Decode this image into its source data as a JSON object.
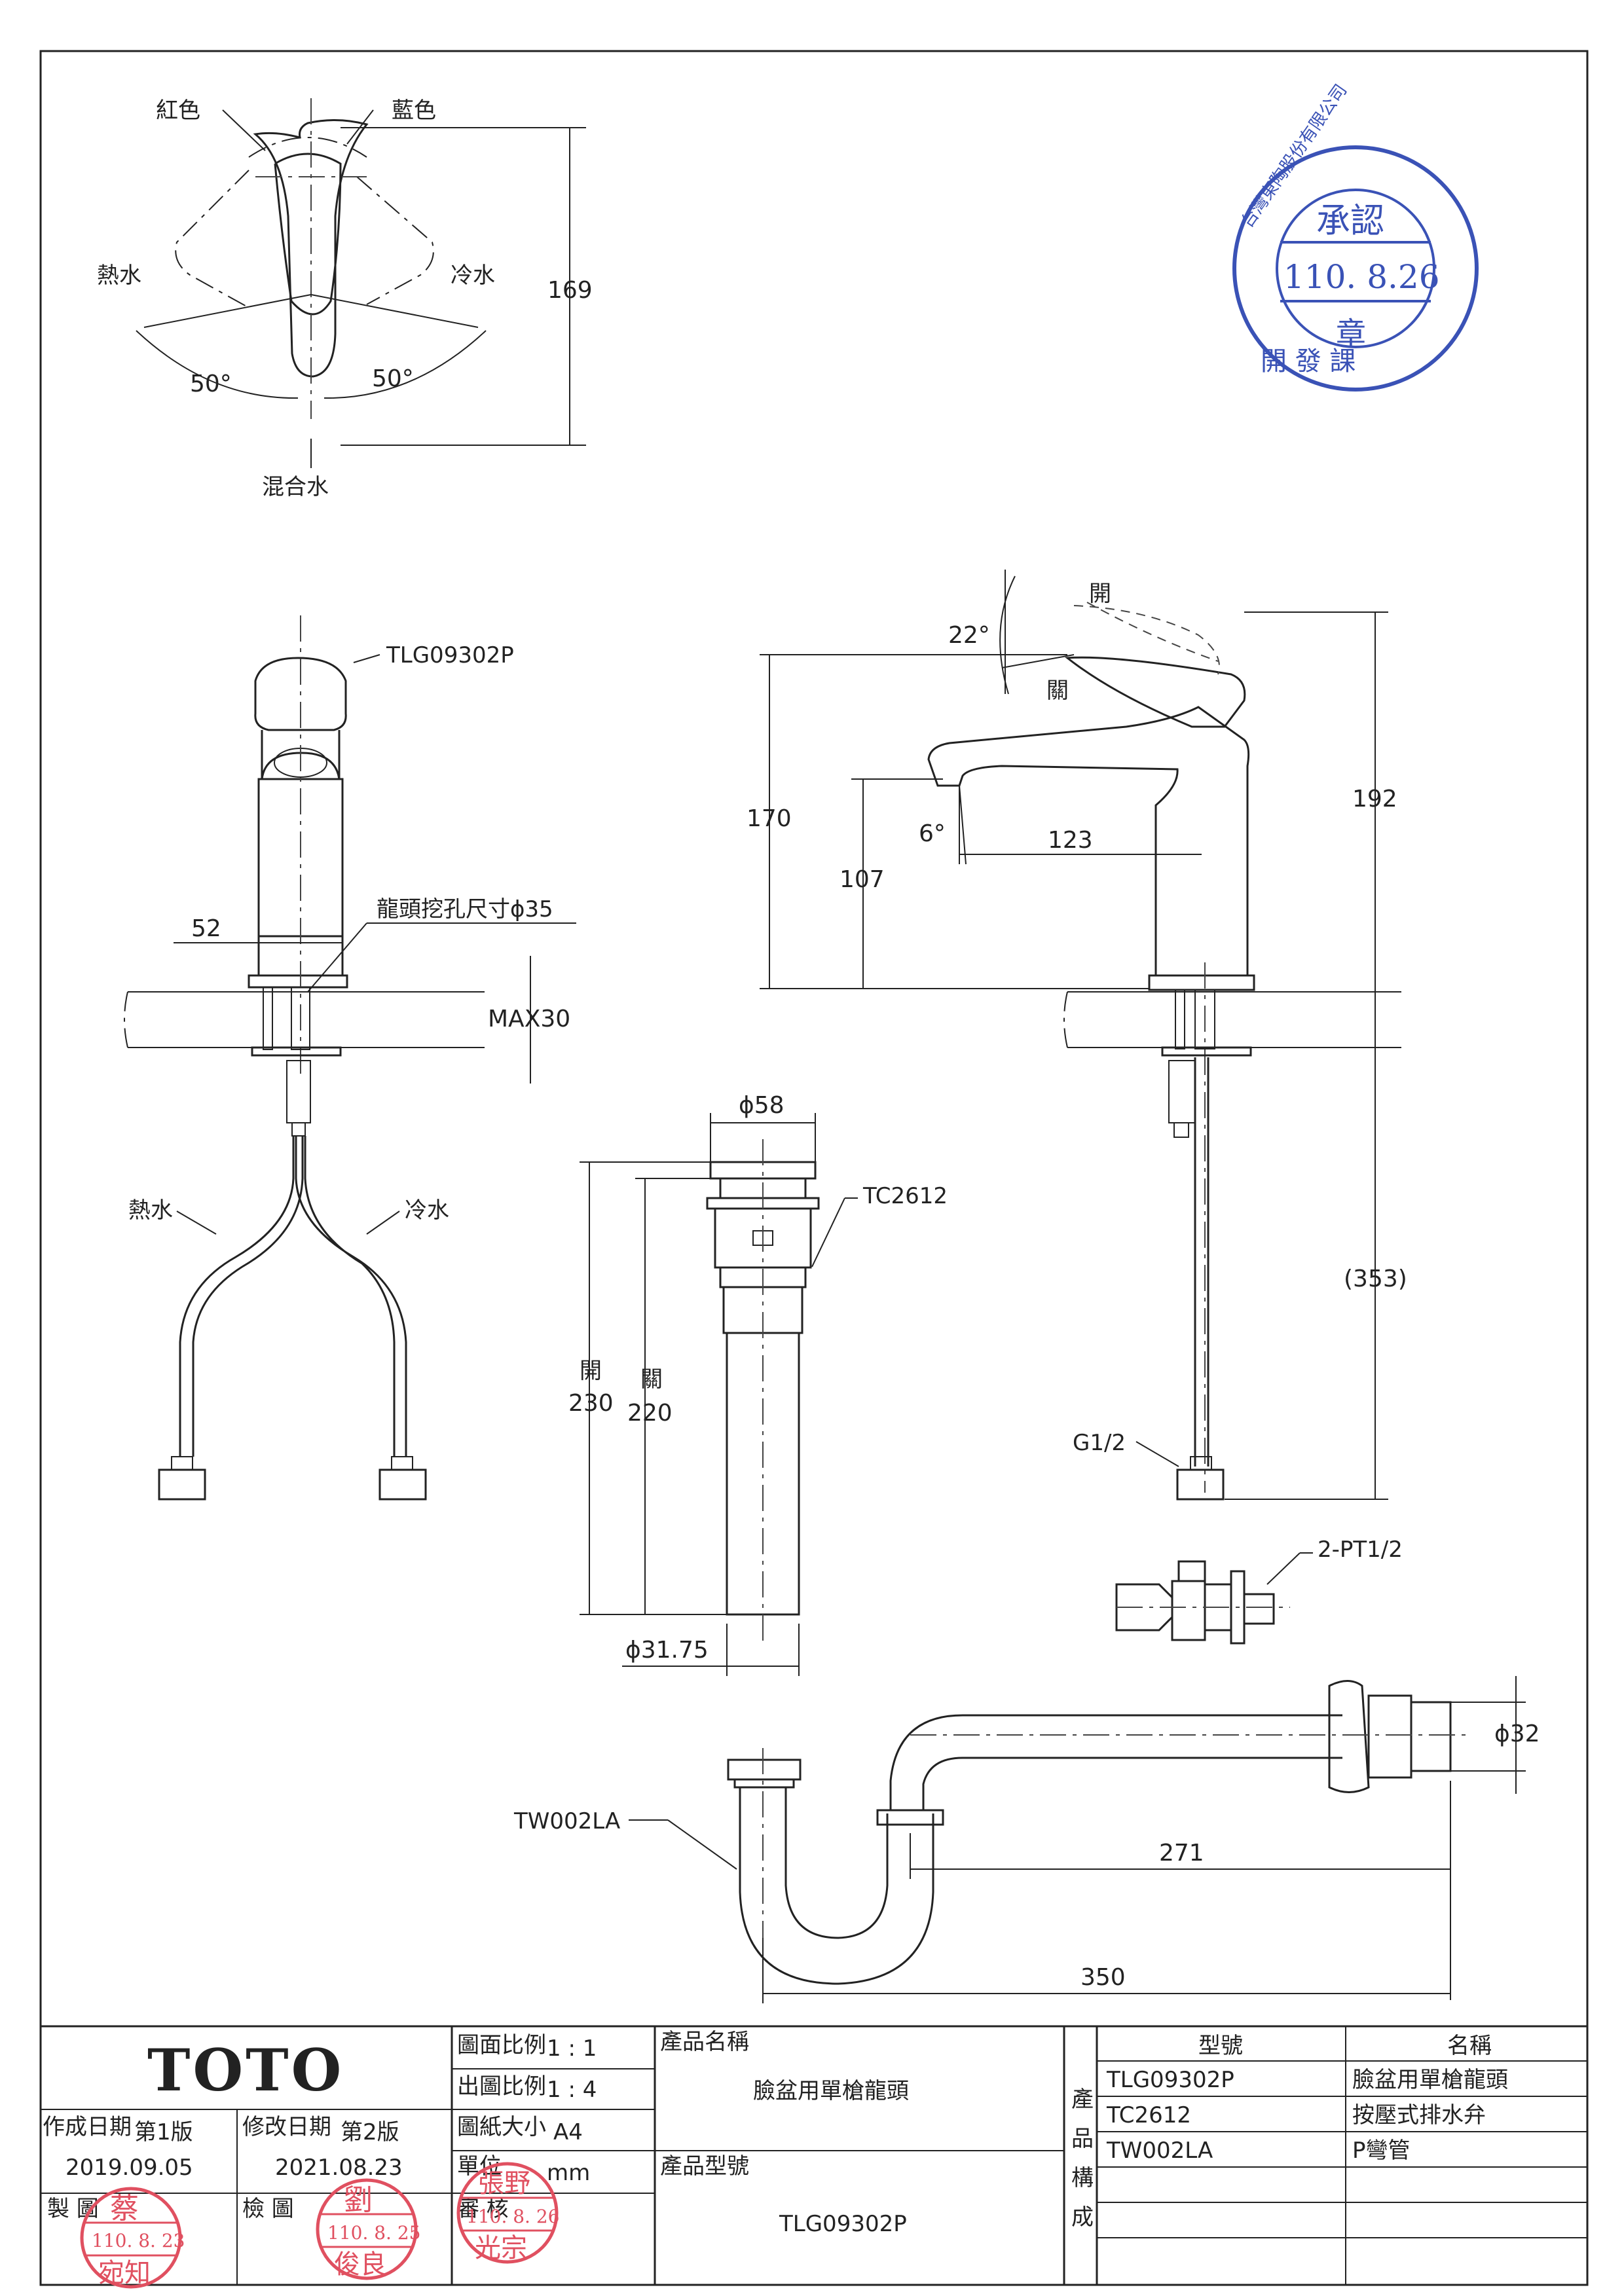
{
  "top_view": {
    "red_label": "紅色",
    "blue_label": "藍色",
    "hot_label": "熱水",
    "cold_label": "冷水",
    "left_angle": "50°",
    "right_angle": "50°",
    "mix_label": "混合水",
    "height_dim": "169"
  },
  "front_view": {
    "model_label": "TLG09302P",
    "width_dim": "52",
    "hole_label": "龍頭挖孔尺寸ϕ35",
    "max_label": "MAX30",
    "hot_label": "熱水",
    "cold_label": "冷水"
  },
  "side_view": {
    "open_label": "開",
    "close_label": "關",
    "angle_22": "22°",
    "angle_6": "6°",
    "dim_170": "170",
    "dim_107": "107",
    "dim_123": "123",
    "dim_192": "192",
    "dim_353": "(353)",
    "g_label": "G1/2",
    "pt_label": "2-PT1/2"
  },
  "drain": {
    "dia_top": "ϕ58",
    "model_label": "TC2612",
    "open_label": "開",
    "open_dim": "230",
    "close_label": "關",
    "close_dim": "220",
    "dia_bottom": "ϕ31.75"
  },
  "trap": {
    "model_label": "TW002LA",
    "dia": "ϕ32",
    "dim_271": "271",
    "dim_350": "350"
  },
  "title_block": {
    "brand": "TOTO",
    "scale_draw_label": "圖面比例",
    "scale_draw_value": "1 : 1",
    "scale_print_label": "出圖比例",
    "scale_print_value": "1 : 4",
    "paper_label": "圖紙大小",
    "paper_value": "A4",
    "unit_label": "單位",
    "unit_value": "mm",
    "created_label": "作成日期",
    "created_version": "第1版",
    "created_date": "2019.09.05",
    "revised_label": "修改日期",
    "revised_version": "第2版",
    "revised_date": "2021.08.23",
    "draw_label": "製 圖",
    "check_label": "檢 圖",
    "review_label": "審 核",
    "product_name_label": "產品名稱",
    "product_name": "臉盆用單槍龍頭",
    "product_model_label": "產品型號",
    "product_model": "TLG09302P",
    "composition_label": [
      "產",
      "品",
      "構",
      "成"
    ],
    "table_headers": [
      "型號",
      "名稱"
    ],
    "parts": [
      {
        "model": "TLG09302P",
        "name": "臉盆用單槍龍頭"
      },
      {
        "model": "TC2612",
        "name": "按壓式排水弁"
      },
      {
        "model": "TW002LA",
        "name": "P彎管"
      }
    ]
  },
  "stamps": {
    "approval": {
      "company": "台灣東陶股份有限公司",
      "title": "承認",
      "date": "110. 8.26",
      "mark": "章",
      "dept": "開 發 課"
    },
    "draw": {
      "name_top": "蔡",
      "date": "110. 8. 23",
      "name_bottom": "宛知"
    },
    "check": {
      "name_top": "劉",
      "date": "110. 8. 25",
      "name_bottom": "俊良"
    },
    "review": {
      "name_top": "張野",
      "date": "110. 8. 26",
      "name_bottom": "光宗"
    }
  },
  "colors": {
    "line": "#222222",
    "stamp_blue": "#3a52b6",
    "stamp_red": "#e05060"
  }
}
